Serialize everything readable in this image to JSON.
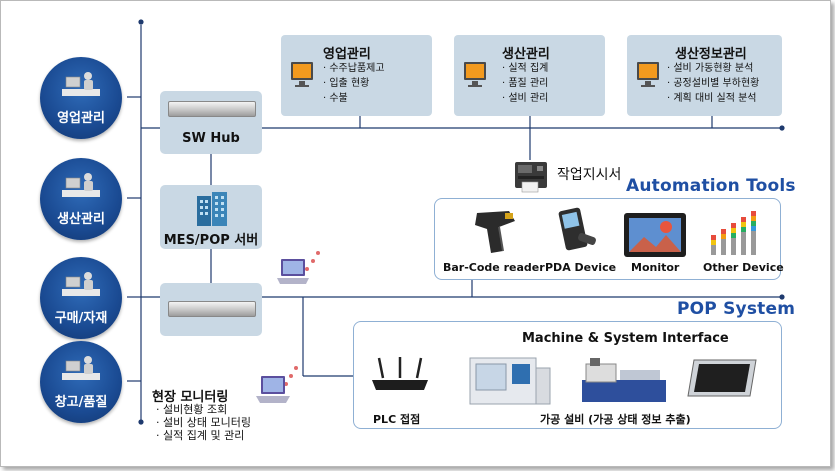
{
  "departments": [
    {
      "label": "영업관리"
    },
    {
      "label": "생산관리"
    },
    {
      "label": "구매/자재"
    },
    {
      "label": "창고/품질"
    }
  ],
  "sw_hub": {
    "label": "SW Hub"
  },
  "mes_server": {
    "label": "MES/POP 서버"
  },
  "top_boxes": [
    {
      "title": "영업관리",
      "items": [
        "수주납품제고",
        "입출 현황",
        "수불"
      ]
    },
    {
      "title": "생산관리",
      "items": [
        "실적 집계",
        "품질 관리",
        "설비 관리"
      ]
    },
    {
      "title": "생산정보관리",
      "items": [
        "설비 가동현황 분석",
        "공정설비별 부하현황",
        "계획 대비 실적 분석"
      ]
    }
  ],
  "work_order": {
    "label": "작업지시서"
  },
  "automation": {
    "title": "Automation Tools",
    "devices": [
      "Bar-Code  reader",
      "PDA Device",
      "Monitor",
      "Other Device"
    ]
  },
  "pop": {
    "title": "POP System",
    "interface_title": "Machine & System Interface",
    "plc_label": "PLC 접점",
    "machine_label": "가공 설비 (가공 상태 정보 추출)"
  },
  "field_monitoring": {
    "title": "현장 모니터링",
    "items": [
      "설비현황 조회",
      "설비 상태 모니터링",
      "실적 집계 및 관리"
    ]
  },
  "colors": {
    "accent": "#1f4fa3",
    "box": "#c9d8e4",
    "dept": "#1a4a92",
    "panel_border": "#8fb0d4"
  }
}
